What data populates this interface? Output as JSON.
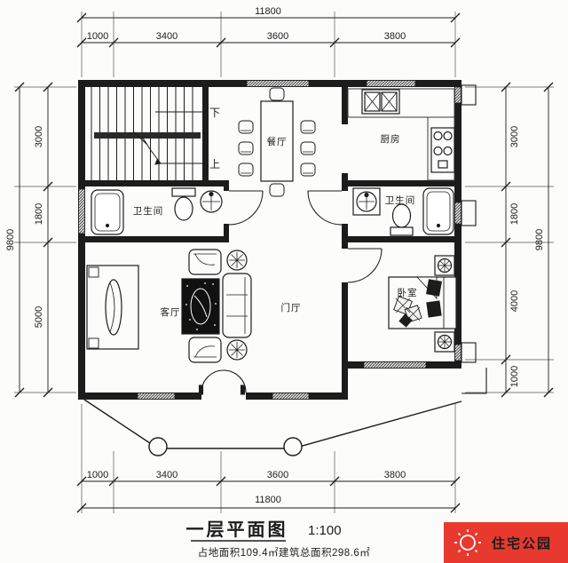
{
  "title_block": {
    "title": "一层平面图",
    "scale": "1:100",
    "area_note": "占地面积109.4㎡建筑总面积298.6㎡"
  },
  "watermark": {
    "text": "住宅公园"
  },
  "stairs": {
    "down_label": "下",
    "up_label": "上"
  },
  "rooms": {
    "dining": {
      "label": "餐厅"
    },
    "kitchen": {
      "label": "厨房"
    },
    "bathroom_left": {
      "label": "卫生间"
    },
    "bathroom_right": {
      "label": "卫生间"
    },
    "living": {
      "label": "客厅"
    },
    "foyer": {
      "label": "门厅"
    },
    "bedroom": {
      "label": "卧室"
    }
  },
  "dimensions": {
    "top": {
      "total": "11800",
      "segments": [
        "1000",
        "3400",
        "3600",
        "3800"
      ]
    },
    "bottom": {
      "total": "11800",
      "segments": [
        "1000",
        "3400",
        "3600",
        "3800"
      ]
    },
    "left": {
      "total": "9800",
      "segments": [
        "3000",
        "1800",
        "5000"
      ]
    },
    "right": {
      "total": "9800",
      "segments": [
        "3000",
        "1800",
        "4000",
        "1000"
      ]
    }
  },
  "colors": {
    "line": "#1c1c1c",
    "watermark_bg": "#e8392f",
    "watermark_text": "#ffffff"
  }
}
